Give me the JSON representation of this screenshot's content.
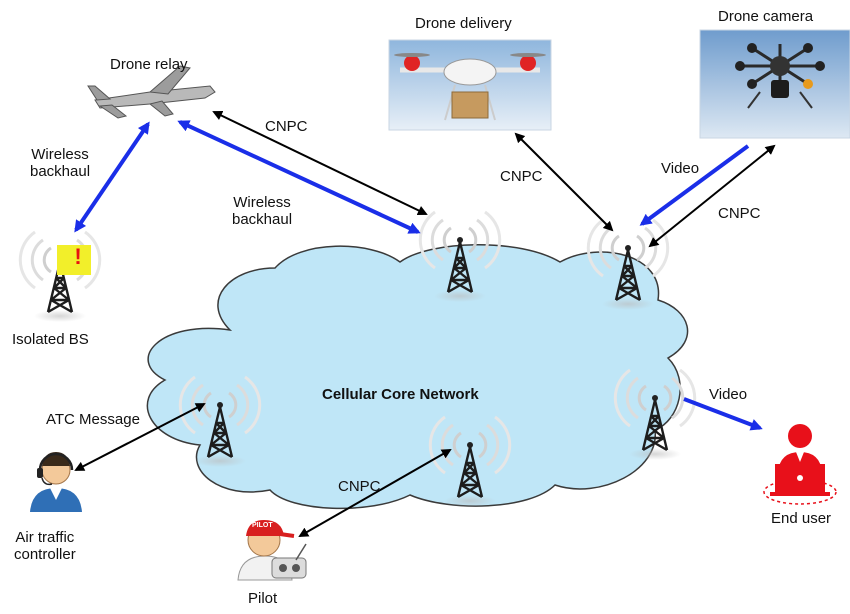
{
  "diagram": {
    "cloud_label": "Cellular Core Network",
    "nodes": {
      "drone_relay": "Drone relay",
      "drone_delivery": "Drone delivery",
      "drone_camera": "Drone camera",
      "isolated_bs": "Isolated BS",
      "atc_line1": "Air traffic",
      "atc_line2": "controller",
      "pilot": "Pilot",
      "end_user": "End user",
      "pilot_cap_text": "PILOT"
    },
    "links": {
      "relay_cnpc": "CNPC",
      "relay_backhaul_line1": "Wireless",
      "relay_backhaul_line2": "backhaul",
      "isolated_backhaul_line1": "Wireless",
      "isolated_backhaul_line2": "backhaul",
      "delivery_cnpc": "CNPC",
      "camera_video": "Video",
      "camera_cnpc": "CNPC",
      "atc_message": "ATC Message",
      "pilot_cnpc": "CNPC",
      "end_user_video": "Video"
    },
    "alert_symbol": "!",
    "colors": {
      "cloud_fill": "#bfe6f7",
      "cloud_stroke": "#3a3a3a",
      "wireless_arrow": "#1a2ee8",
      "control_arrow": "#000000",
      "end_user_red": "#e8101a",
      "alert_bg": "#f2ef2a",
      "alert_fg": "#e81010"
    }
  }
}
